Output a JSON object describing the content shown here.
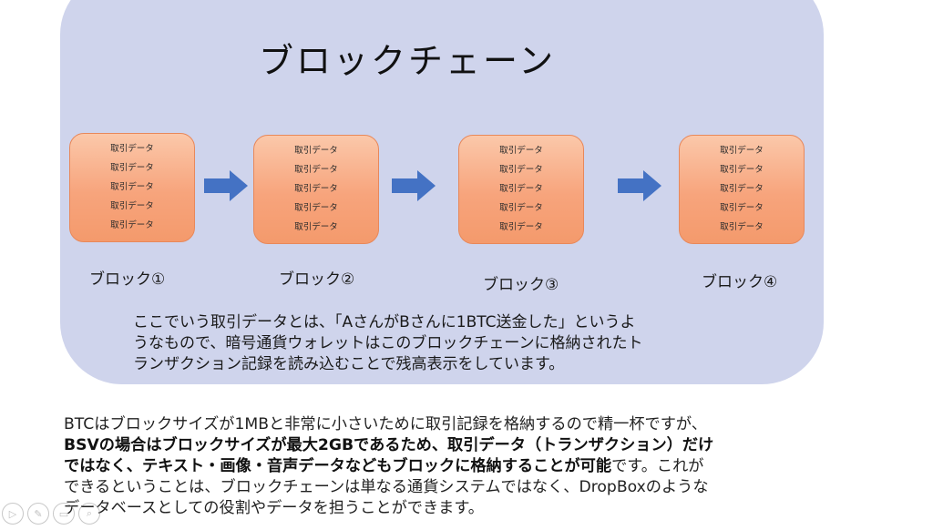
{
  "diagram": {
    "title": "ブロックチェーン",
    "blocks": [
      {
        "rows": [
          "取引データ",
          "取引データ",
          "取引データ",
          "取引データ",
          "取引データ"
        ],
        "label": "ブロック①"
      },
      {
        "rows": [
          "取引データ",
          "取引データ",
          "取引データ",
          "取引データ",
          "取引データ"
        ],
        "label": "ブロック②"
      },
      {
        "rows": [
          "取引データ",
          "取引データ",
          "取引データ",
          "取引データ",
          "取引データ"
        ],
        "label": "ブロック③"
      },
      {
        "rows": [
          "取引データ",
          "取引データ",
          "取引データ",
          "取引データ",
          "取引データ"
        ],
        "label": "ブロック④"
      }
    ],
    "description": [
      "ここでいう取引データとは、「AさんがBさんに1BTC送金した」というよ",
      "うなもので、暗号通貨ウォレットはこのブロックチェーンに格納されたト",
      "ランザクション記録を読み込むことで残高表示をしています。"
    ]
  },
  "body": {
    "line1": "BTCはブロックサイズが1MBと非常に小さいために取引記録を格納するので精一杯ですが、",
    "line2_bold": "BSVの場合はブロックサイズが最大2GBであるため、取引データ（トランザクション）だけ",
    "line3_bold": "ではなく、テキスト・画像・音声データなどもブロックに格納することが可能",
    "line3_rest": "です。これが",
    "line4": "できるということは、ブロックチェーンは単なる通貨システムではなく、DropBoxのような",
    "line5": "データベースとしての役割やデータを担うことができます。"
  },
  "colors": {
    "panel": "#cfd4ec",
    "block_fill": "#f7a47c",
    "arrow": "#4472c4"
  },
  "toolbar": {
    "icons": [
      "play-icon",
      "pen-icon",
      "slides-icon",
      "zoom-icon"
    ],
    "glyphs": [
      "▷",
      "✎",
      "▭",
      "⌕"
    ]
  }
}
